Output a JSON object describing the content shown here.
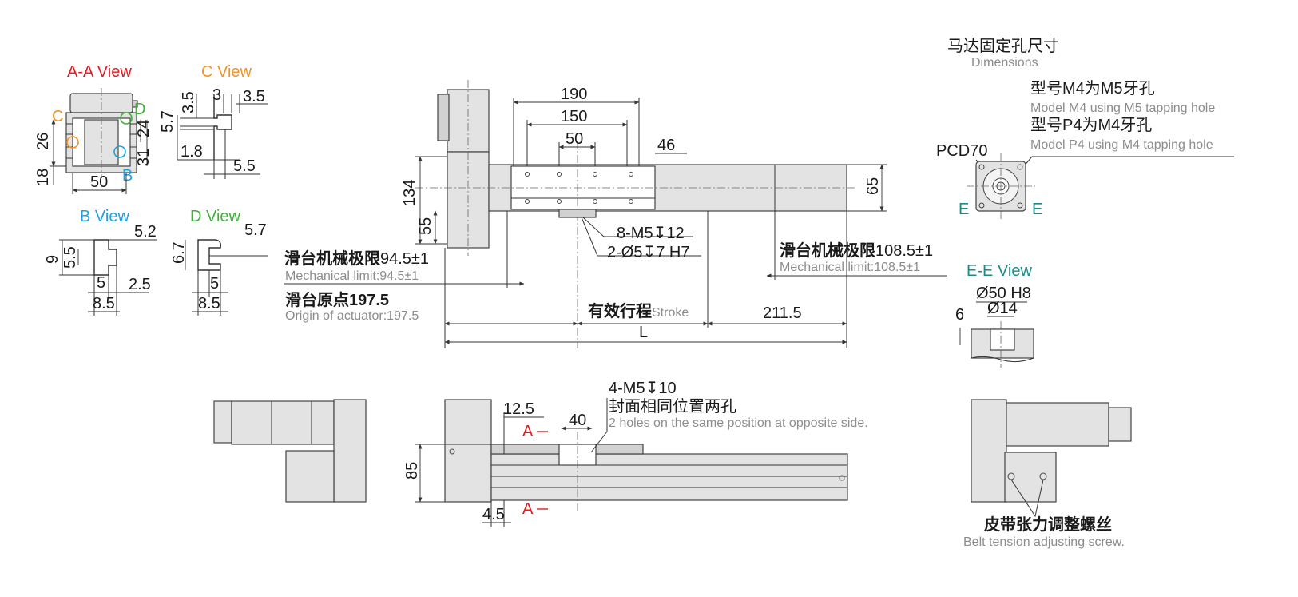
{
  "colors": {
    "view_a": "#e31b23",
    "view_b": "#1ba1e2",
    "view_c": "#f39325",
    "view_d": "#40b038",
    "view_e": "#1a8a8a",
    "grey_text": "#8c8c8c",
    "body_fill": "#e3e3e3"
  },
  "views": {
    "aa_title": "A-A View",
    "c_title": "C View",
    "b_title": "B View",
    "d_title": "D View",
    "ee_title": "E-E View",
    "marker_c": "C",
    "marker_d": "D",
    "marker_b": "B",
    "marker_a": "A",
    "marker_e": "E"
  },
  "aa_dims": {
    "d26": "26",
    "d18": "18",
    "d50": "50",
    "d24": "24",
    "d31": "31"
  },
  "c_dims": {
    "d3_5a": "3.5",
    "d3": "3",
    "d3_5b": "3.5",
    "d5_7": "5.7",
    "d1_8": "1.8",
    "d5_5": "5.5"
  },
  "b_dims": {
    "d5_2": "5.2",
    "d9": "9",
    "d5_5": "5.5",
    "d5": "5",
    "d2_5": "2.5",
    "d8_5": "8.5"
  },
  "d_dims": {
    "d5_7": "5.7",
    "d6_7": "6.7",
    "d5": "5",
    "d8_5": "8.5"
  },
  "main": {
    "d190": "190",
    "d150": "150",
    "d50": "50",
    "d46": "46",
    "d134": "134",
    "d55": "55",
    "d65": "65",
    "holes1": "8-M5↧12",
    "holes2": "2-Ø5↧7 H7",
    "mech_left_cn": "滑台机械极限",
    "mech_left_val": "94.5±1",
    "mech_left_en": "Mechanical limit:94.5±1",
    "mech_right_cn": "滑台机械极限",
    "mech_right_val": "108.5±1",
    "mech_right_en": "Mechanical limit:108.5±1",
    "origin_cn": "滑台原点197.5",
    "origin_en": "Origin of actuator:197.5",
    "stroke_cn": "有效行程",
    "stroke_en": "Stroke",
    "d211_5": "211.5",
    "L": "L"
  },
  "motor": {
    "title_cn": "马达固定孔尺寸",
    "title_en": "Dimensions",
    "m4_cn": "型号M4为M5牙孔",
    "m4_en": "Model M4 using M5 tapping hole",
    "p4_cn": "型号P4为M4牙孔",
    "p4_en": "Model P4 using M4 tapping hole",
    "pcd": "PCD70"
  },
  "ee": {
    "d50h8": "Ø50 H8",
    "d14": "Ø14",
    "d6": "6"
  },
  "front": {
    "holes_spec": "4-M5↧10",
    "holes_cn": "封面相同位置两孔",
    "holes_en": "2 holes on the same position at opposite side.",
    "d12_5": "12.5",
    "d40": "40",
    "d85": "85",
    "d4_5": "4.5"
  },
  "belt": {
    "cn": "皮带张力调整螺丝",
    "en": "Belt tension adjusting screw."
  }
}
